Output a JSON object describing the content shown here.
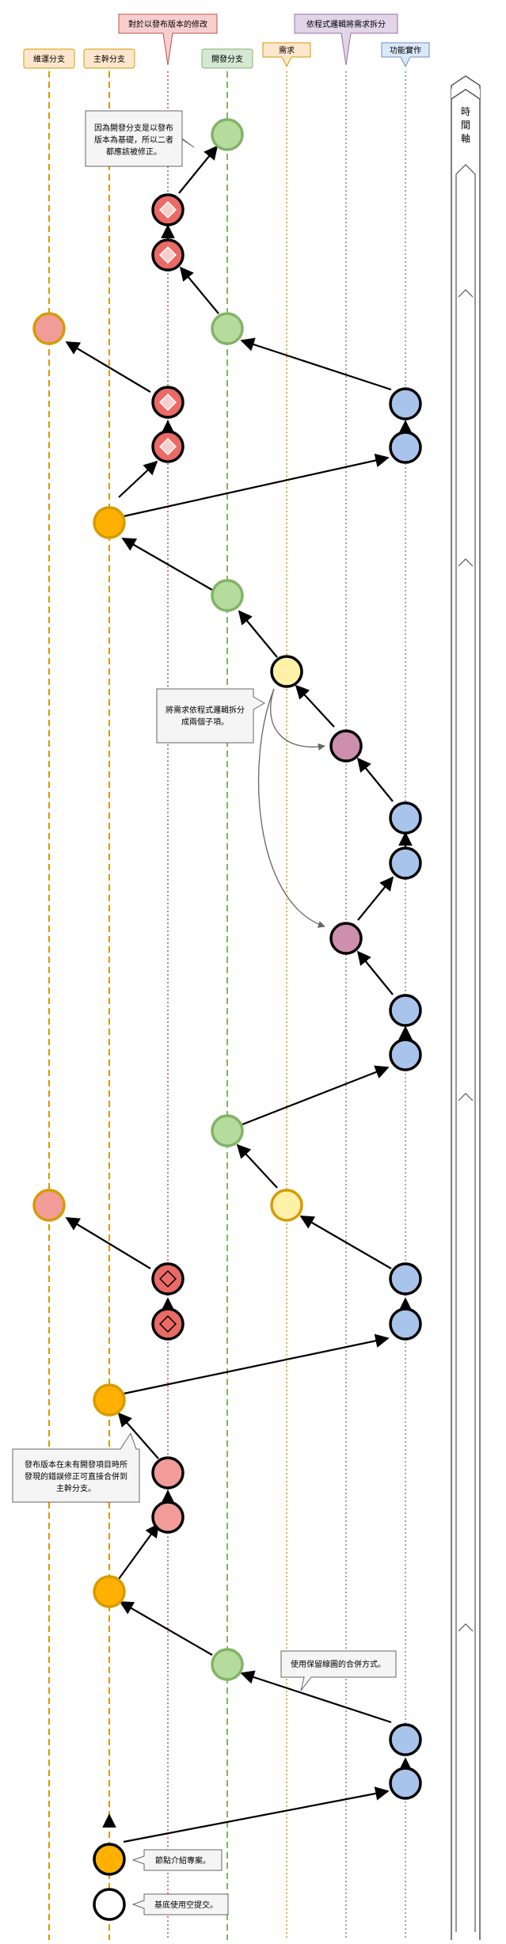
{
  "lanes": [
    {
      "id": "hotfix",
      "label": "維運分支",
      "color": "#d79b00",
      "fill": "#ffe6cc"
    },
    {
      "id": "main",
      "label": "主幹分支",
      "color": "#d79b00",
      "fill": "#ffe6cc"
    },
    {
      "id": "release_fix",
      "label": "對於以發布版本的修改",
      "color": "#b85450",
      "fill": "#f8cecc"
    },
    {
      "id": "develop",
      "label": "開發分支",
      "color": "#82b366",
      "fill": "#d5e8d4"
    },
    {
      "id": "requirement",
      "label": "需求",
      "color": "#d79b00",
      "fill": "#ffe6cc"
    },
    {
      "id": "split",
      "label": "依程式邏輯將需求拆分",
      "color": "#9673a6",
      "fill": "#e1d5e7"
    },
    {
      "id": "feature",
      "label": "功能實作",
      "color": "#6c8ebf",
      "fill": "#dae8fc"
    }
  ],
  "timeline": {
    "label": "時間軸"
  },
  "notes": {
    "release_based": [
      "因為開發分支是以發布",
      "版本為基礎，所以二者",
      "都應該被修正。"
    ],
    "split_requirement": [
      "將需求依程式邏輯拆分",
      "成兩個子項。"
    ],
    "release_bug": [
      "發布版本在未有開發項目時所",
      "發現的錯誤修正可直接合併到",
      "主幹分支。"
    ],
    "merge_style": [
      "使用保留線圖的合併方式。"
    ],
    "readme": [
      "節點介紹專案。"
    ],
    "base_commit": [
      "基底使用空提交。"
    ]
  }
}
